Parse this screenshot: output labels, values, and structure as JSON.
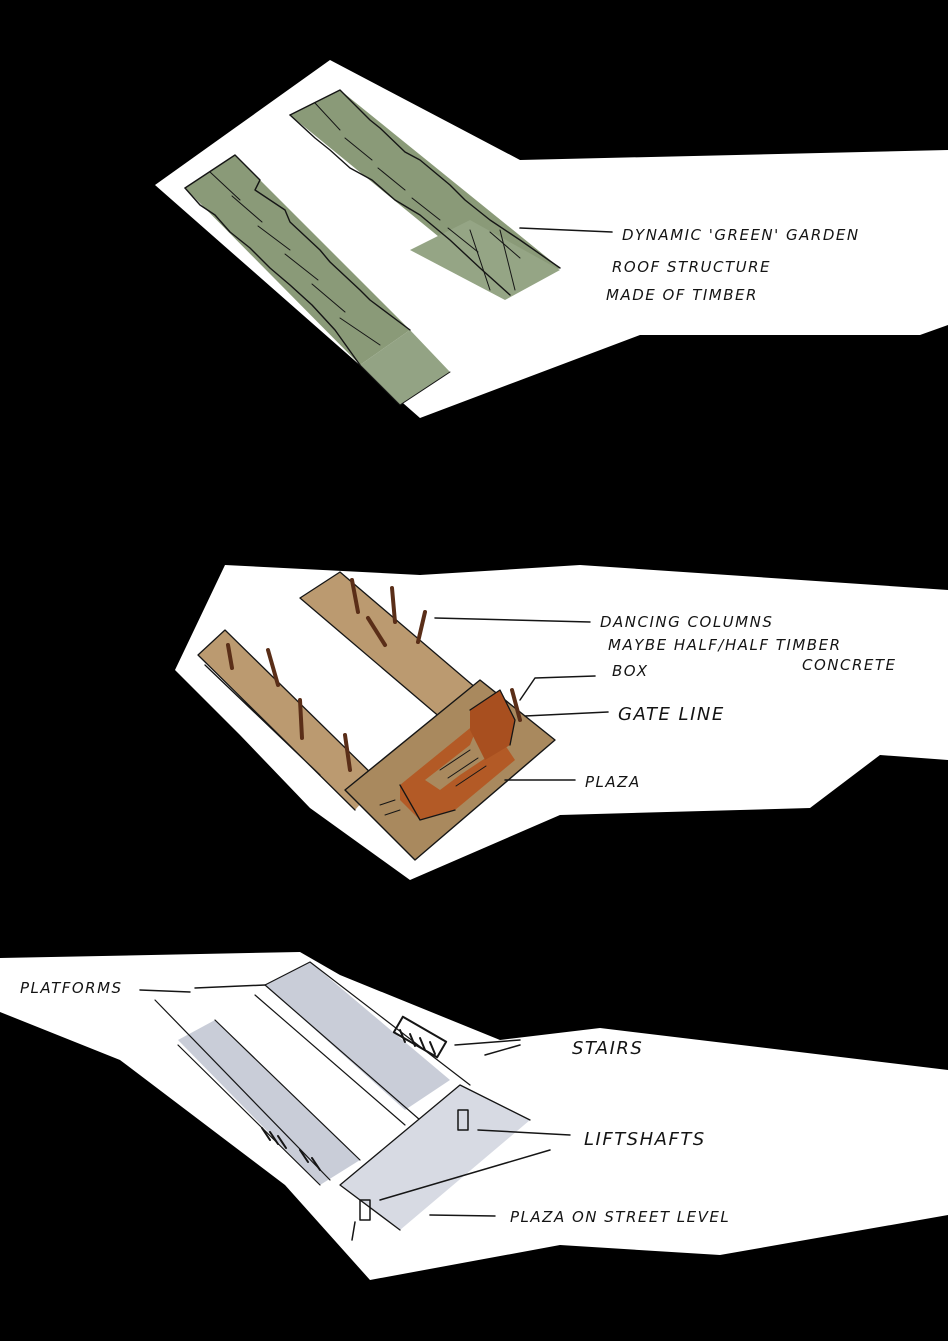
{
  "colors": {
    "background": "#000000",
    "paper": "#ffffff",
    "roof_green": "#8a9a78",
    "timber_tan": "#b79568",
    "rust_box": "#b35a26",
    "plaza_brown": "#a9895e",
    "platform_grey": "#c9cdd8"
  },
  "panels": {
    "roof": {
      "labels": [
        "DYNAMIC 'GREEN' GARDEN",
        "ROOF STRUCTURE",
        "MADE OF TIMBER"
      ]
    },
    "columns": {
      "labels": [
        "DANCING COLUMNS",
        "MAYBE HALF/HALF TIMBER",
        "CONCRETE",
        "BOX",
        "GATE LINE",
        "PLAZA"
      ]
    },
    "platforms": {
      "labels": [
        "PLATFORMS",
        "STAIRS",
        "LIFTSHAFTS",
        "PLAZA ON STREET LEVEL"
      ]
    }
  }
}
